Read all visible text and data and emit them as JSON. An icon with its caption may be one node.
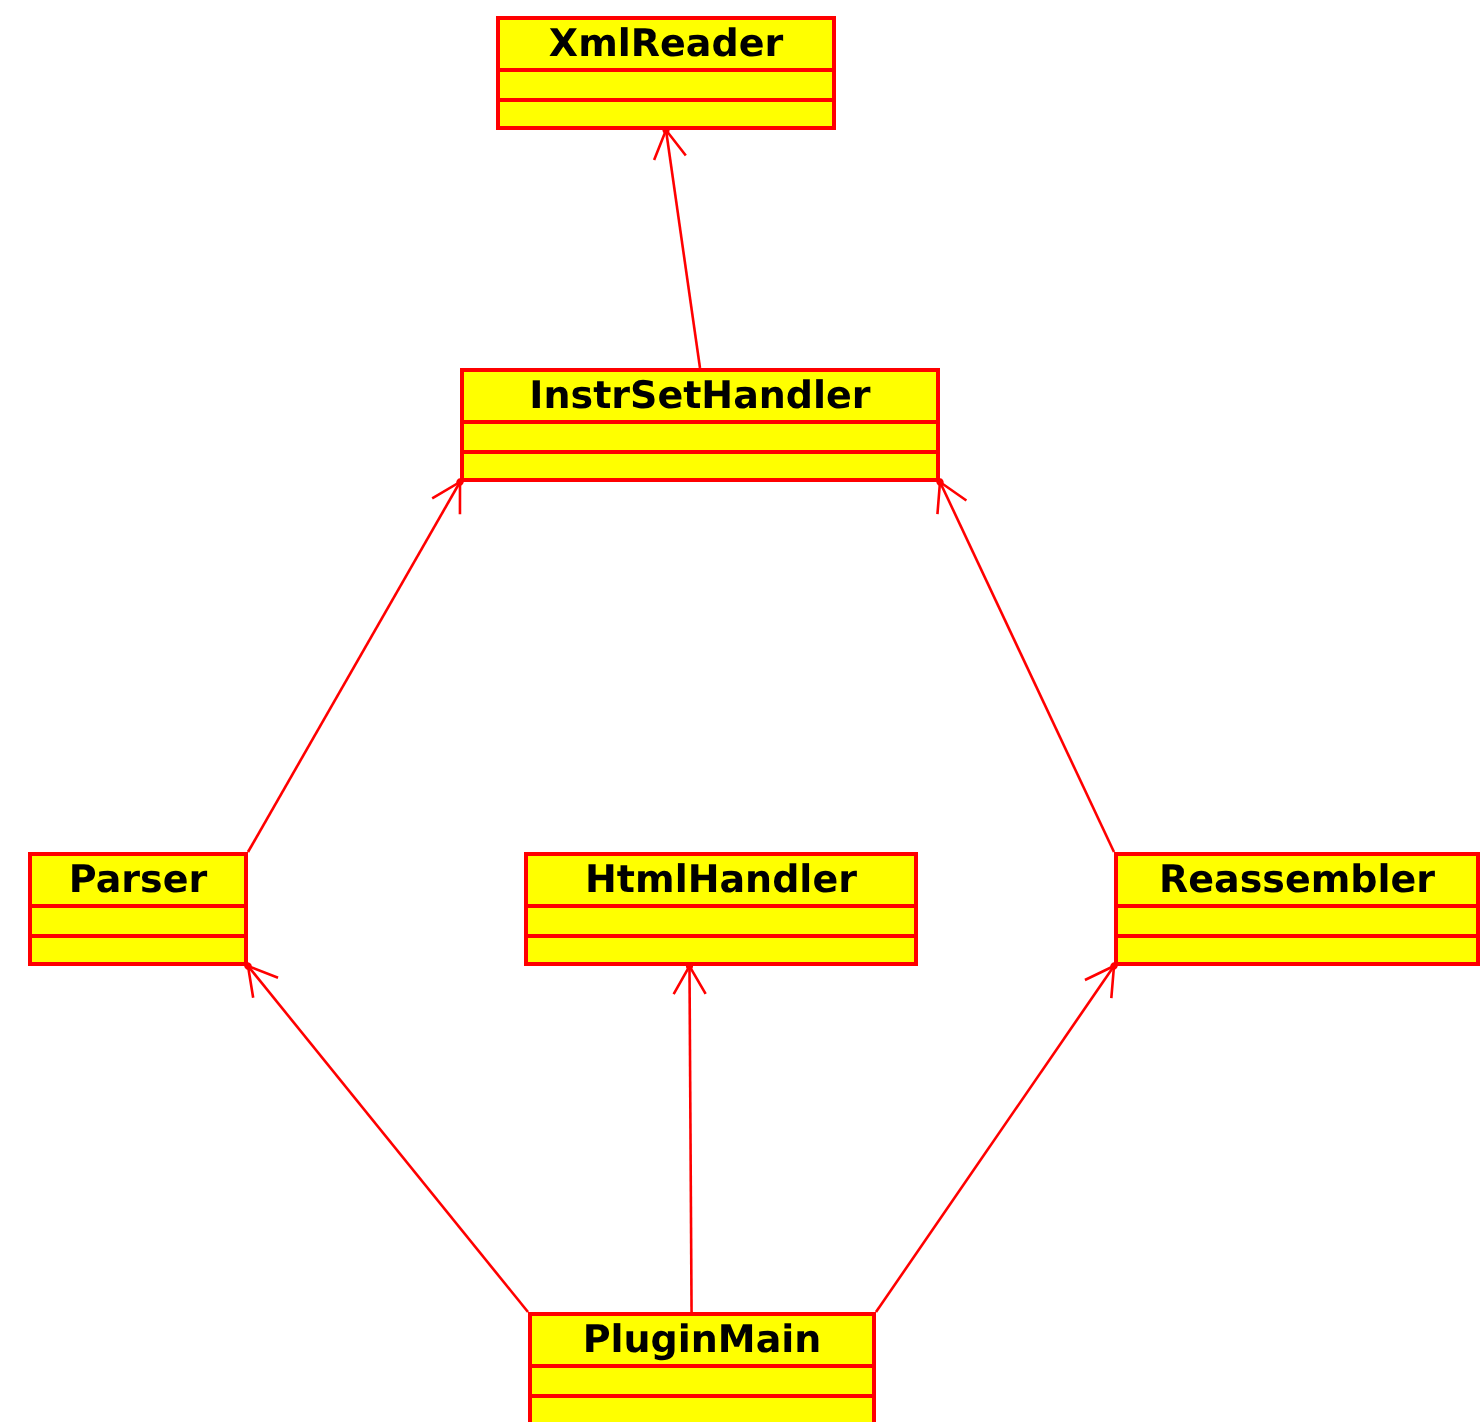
{
  "diagram": {
    "nodes": [
      {
        "text": [
          "XmlReader"
        ]
      },
      {
        "text": [
          "InstrSetHandler"
        ]
      },
      {
        "text": [
          "Parser"
        ]
      },
      {
        "text": [
          "HtmlHandler"
        ]
      },
      {
        "text": [
          "Reassembler"
        ]
      },
      {
        "text": [
          "PluginMain"
        ]
      }
    ],
    "edges": [
      {
        "from": 1,
        "to": 0,
        "arrow": "to"
      },
      {
        "from": 2,
        "to": 1,
        "arrow": "to"
      },
      {
        "from": 4,
        "to": 1,
        "arrow": "to"
      },
      {
        "from": 5,
        "to": 2,
        "arrow": "to"
      },
      {
        "from": 5,
        "to": 3,
        "arrow": "to"
      },
      {
        "from": 5,
        "to": 4,
        "arrow": "to"
      }
    ]
  }
}
